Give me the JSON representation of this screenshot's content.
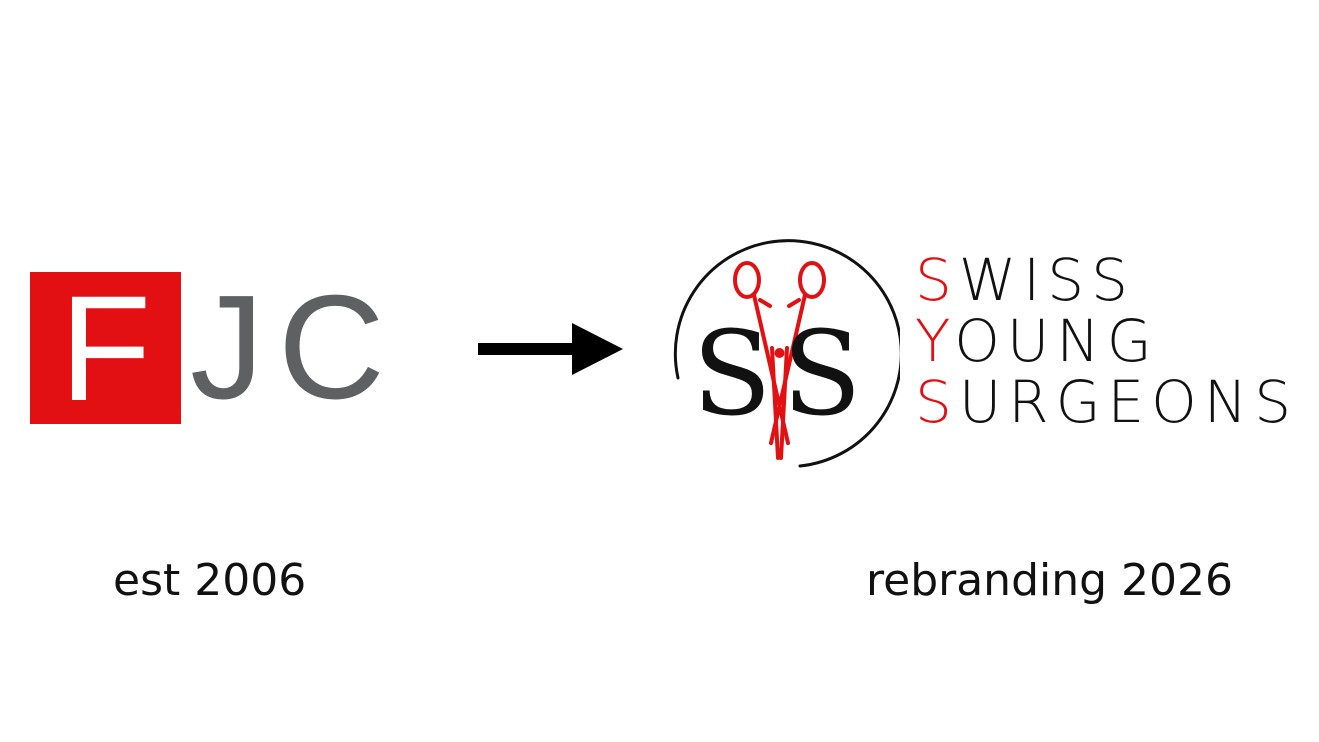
{
  "old_logo": {
    "letter_f": "F",
    "letters_jc": "JC",
    "box_color": "#e31013",
    "text_color": "#5e6062"
  },
  "new_logo": {
    "monogram_left": "S",
    "monogram_right": "S",
    "accent_color": "#e31013",
    "lines": [
      {
        "initial": "S",
        "rest": "WISS"
      },
      {
        "initial": "Y",
        "rest": "OUNG"
      },
      {
        "initial": "S",
        "rest": "URGEONS"
      }
    ]
  },
  "captions": {
    "old": "est 2006",
    "new": "rebranding 2026"
  },
  "arrow_icon": "arrow-right-icon"
}
